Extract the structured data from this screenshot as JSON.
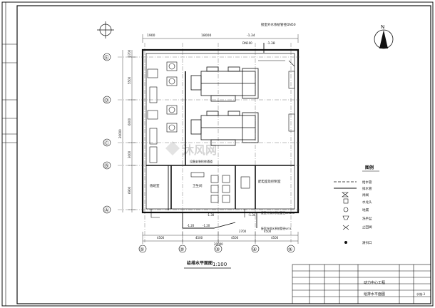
{
  "drawing": {
    "title": "给排水平面图",
    "scale": "1:100",
    "watermark": "沐风网"
  },
  "grid_axes": {
    "columns": [
      "①",
      "②",
      "③",
      "④",
      "⑤"
    ],
    "rows": [
      "Ⓐ",
      "Ⓑ",
      "Ⓒ",
      "Ⓓ",
      "Ⓔ"
    ]
  },
  "dimensions": {
    "bottom_segments": [
      "4500",
      "4500",
      "4500",
      "4500"
    ],
    "bottom_total": "20000",
    "top_total": "18000",
    "top_partial": "1900",
    "left_segments": [
      "2700",
      "5500",
      "6000",
      "3000",
      "6900"
    ],
    "left_total": "20000",
    "top_level": "-1.34",
    "top_sub": "-1.38",
    "bottom_levels": [
      "-1.30",
      "-1.20",
      "-1.20",
      "-1.34"
    ],
    "bottom_extra": [
      "2700",
      "4500"
    ]
  },
  "rooms": {
    "room_a": "值班室",
    "room_b": "卫生间",
    "room_c": "配电室及控制室"
  },
  "annotations": {
    "top_note_1": "接室外水系统管径DN50",
    "top_note_2": "DN100",
    "bottom_note_1": "接室外排水系统管径DN100",
    "bottom_note_2": "接室外排水系统管径WT4",
    "corridor_note": "设备安装检修通道"
  },
  "legend": {
    "title": "图例",
    "items": [
      {
        "symbol": "line-dash",
        "label": "给水管"
      },
      {
        "symbol": "line-solid",
        "label": "排水管"
      },
      {
        "symbol": "valve",
        "label": "闸阀"
      },
      {
        "symbol": "faucet",
        "label": "水龙头"
      },
      {
        "symbol": "floor-drain",
        "label": "地漏"
      },
      {
        "symbol": "sink",
        "label": "洗手盆"
      },
      {
        "symbol": "check-valve",
        "label": "止回阀"
      },
      {
        "symbol": "cleanout",
        "label": "清扫口"
      }
    ]
  },
  "north_arrow": "N",
  "title_block": {
    "project": "动力中心工程",
    "sheet_name": "给排水平面图",
    "drawing_no": "水施-3"
  }
}
